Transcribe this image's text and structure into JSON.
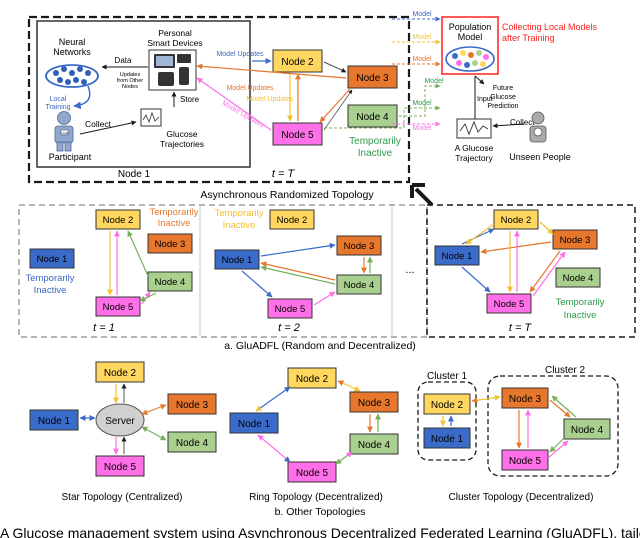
{
  "colors": {
    "yellow": "#FFD75E",
    "orange": "#E8772E",
    "blue": "#3A6BC9",
    "green": "#A9D08E",
    "pink": "#FF6FE8",
    "black": "#1a1a1a",
    "gray_border": "#9c9c9c",
    "red": "#ff2020",
    "teal_text": "#2e9a4c",
    "blue_text": "#3b67c4",
    "orange_text": "#e8772e",
    "gray_arrow": "#555555"
  },
  "top": {
    "node1_label": "Node 1",
    "t_equals_T": "t = T",
    "topology_title": "Asynchronous Randomized Topology",
    "neural_networks": [
      "Neural",
      "Networks"
    ],
    "personal_devices": [
      "Personal",
      "Smart Devices"
    ],
    "data": "Data",
    "updates_from_other": [
      "Updates",
      "from Other",
      "Nodes"
    ],
    "local_training": [
      "Local",
      "Training"
    ],
    "store": "Store",
    "collect": "Collect",
    "participant": "Participant",
    "glucose_trajectories": [
      "Glucose",
      "Trajectories"
    ],
    "model_updates": "Model Updates",
    "model": "Model",
    "nodes": {
      "n2": "Node 2",
      "n3": "Node 3",
      "n4": "Node 4",
      "n5": "Node 5"
    },
    "temporarily_inactive": [
      "Temporarily",
      "Inactive"
    ],
    "population_model": [
      "Population",
      "Model"
    ],
    "collecting": [
      "Collecting Local Models",
      "after Training"
    ],
    "future_prediction": [
      "Future",
      "Glucose",
      "Prediction"
    ],
    "input": "Input",
    "glucose_trajectory": [
      "A Glucose",
      "Trajectory"
    ],
    "unseen_people": "Unseen People",
    "cgm": "CGM"
  },
  "middle": {
    "panel1": {
      "t_label": "t = 1",
      "inactive_orange": [
        "Temporarily",
        "Inactive"
      ],
      "inactive_blue": [
        "Temporarily",
        "Inactive"
      ]
    },
    "panel2": {
      "t_label": "t = 2",
      "inactive_yellow": [
        "Temporarily",
        "Inactive"
      ]
    },
    "panel3": {
      "t_label": "t = T",
      "inactive_green": [
        "Temporarily",
        "Inactive"
      ]
    },
    "ellipsis": "...",
    "caption": "a. GluADFL (Random and Decentralized)",
    "nodes": {
      "n1": "Node 1",
      "n2": "Node 2",
      "n3": "Node 3",
      "n4": "Node 4",
      "n5": "Node 5"
    }
  },
  "bottom": {
    "server": "Server",
    "cluster1": "Cluster 1",
    "cluster2": "Cluster 2",
    "star_caption": "Star Topology (Centralized)",
    "ring_caption": "Ring Topology (Decentralized)",
    "cluster_caption": "Cluster Topology (Decentralized)",
    "caption": "b. Other Topologies",
    "nodes": {
      "n1": "Node 1",
      "n2": "Node 2",
      "n3": "Node 3",
      "n4": "Node 4",
      "n5": "Node 5"
    }
  },
  "figure_caption": "A Glucose management system using Asynchronous Decentralized Federated Learning (GluADFL), tailored"
}
